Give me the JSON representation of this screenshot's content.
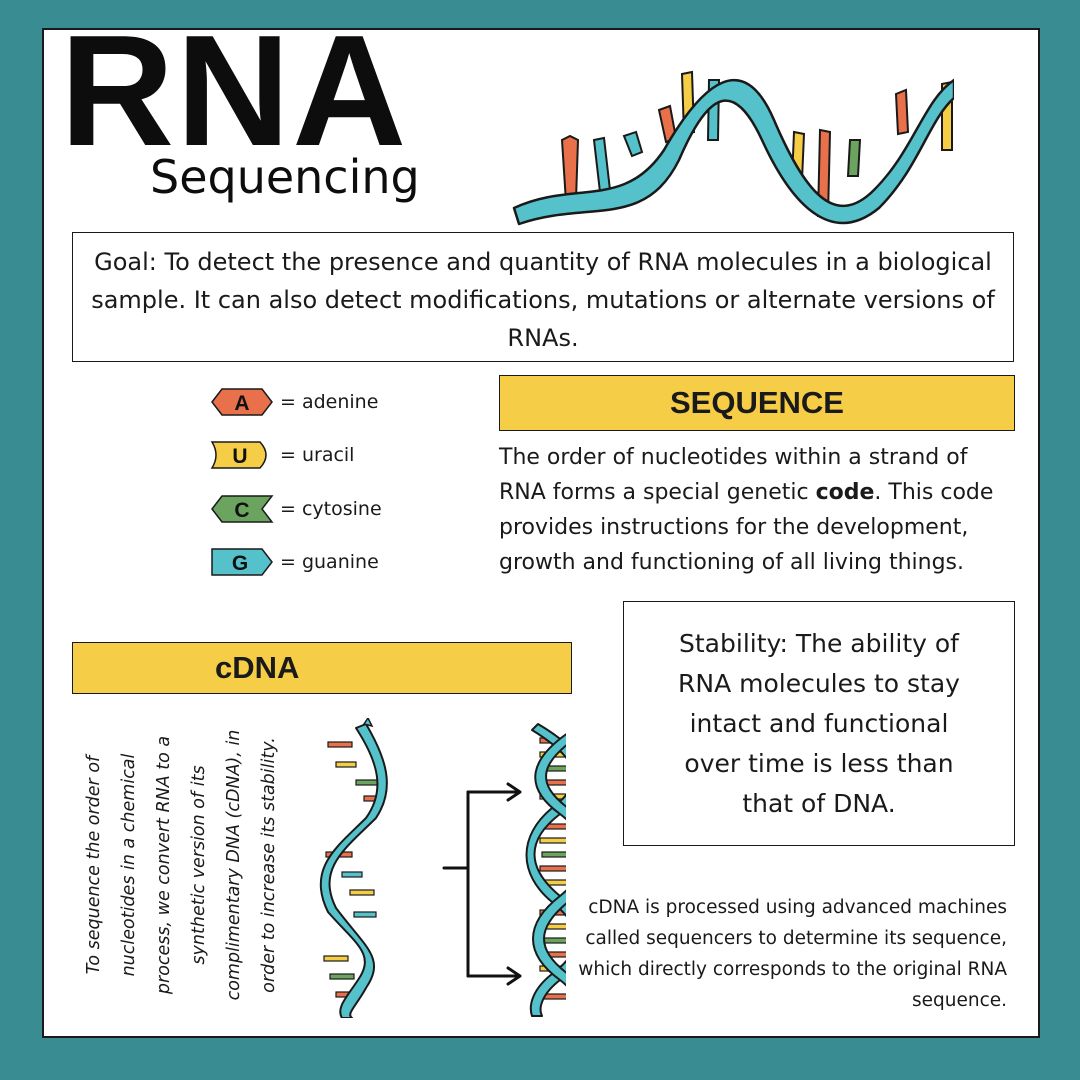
{
  "title": {
    "main": "RNA",
    "sub": "Sequencing"
  },
  "goal": "Goal: To detect the presence and quantity of RNA molecules in a biological sample.  It can also detect modifications, mutations or alternate versions of RNAs.",
  "legend": [
    {
      "letter": "A",
      "label": "= adenine",
      "color": "#e8704a",
      "shape": "double-point"
    },
    {
      "letter": "U",
      "label": "= uracil",
      "color": "#f6cd46",
      "shape": "round-point"
    },
    {
      "letter": "C",
      "label": "= cytosine",
      "color": "#6aa45e",
      "shape": "notch"
    },
    {
      "letter": "G",
      "label": "= guanine",
      "color": "#55c2cb",
      "shape": "arrow"
    }
  ],
  "sequence": {
    "heading": "SEQUENCE",
    "text_before": "The order of nucleotides within a strand of RNA forms a special genetic ",
    "text_bold": "code",
    "text_after": ". This code provides instructions for the development, growth and functioning of all living things."
  },
  "stability": "Stability: The ability of RNA molecules to stay intact and functional over time is less than that of DNA.",
  "cdna": {
    "heading": "cDNA",
    "rotated_text": "To sequence the order of nucleotides in a chemical process, we convert RNA to a synthetic version of its complimentary DNA (cDNA), in order to increase its stability.",
    "processed_text": "cDNA is processed using advanced machines called sequencers to determine its sequence, which directly corresponds to the original RNA sequence."
  },
  "colors": {
    "background": "#3a8c93",
    "ribbon": "#55c2cb",
    "banner": "#f6cd46",
    "adenine": "#e8704a",
    "uracil": "#f6cd46",
    "cytosine": "#6aa45e",
    "guanine": "#55c2cb"
  },
  "icons": [
    "rna-helix-illustration",
    "single-strand-rna-illustration",
    "double-strand-dna-illustration",
    "branch-arrow-icon"
  ]
}
